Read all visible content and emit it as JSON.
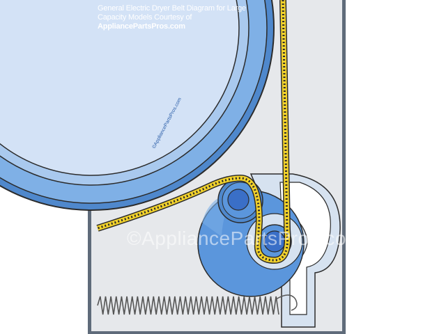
{
  "caption": {
    "line1": "General Electric Dryer Belt Diagram for Large",
    "line2": "Capacity Models Courtesy of",
    "site": "AppliancePartsPros.com"
  },
  "watermark": {
    "main": "©AppliancePartsPros.com",
    "drum_small": "©AppliancePartsPros.com"
  },
  "colors": {
    "frame": "#5f6b7a",
    "panel": "#e4e6e9",
    "drum_face": "#c9dcf4",
    "drum_ring": "#7fb0e6",
    "drum_ring_dark": "#4f88cc",
    "pulley_blue": "#5b96dc",
    "pulley_hub": "#3a6fc7",
    "belt": "#f2d22b",
    "belt_edge": "#2b2b2b",
    "spring": "#555555"
  },
  "components": [
    "drum",
    "belt",
    "idler-pulley",
    "motor-pulley",
    "idler-arm",
    "idler-spring"
  ]
}
